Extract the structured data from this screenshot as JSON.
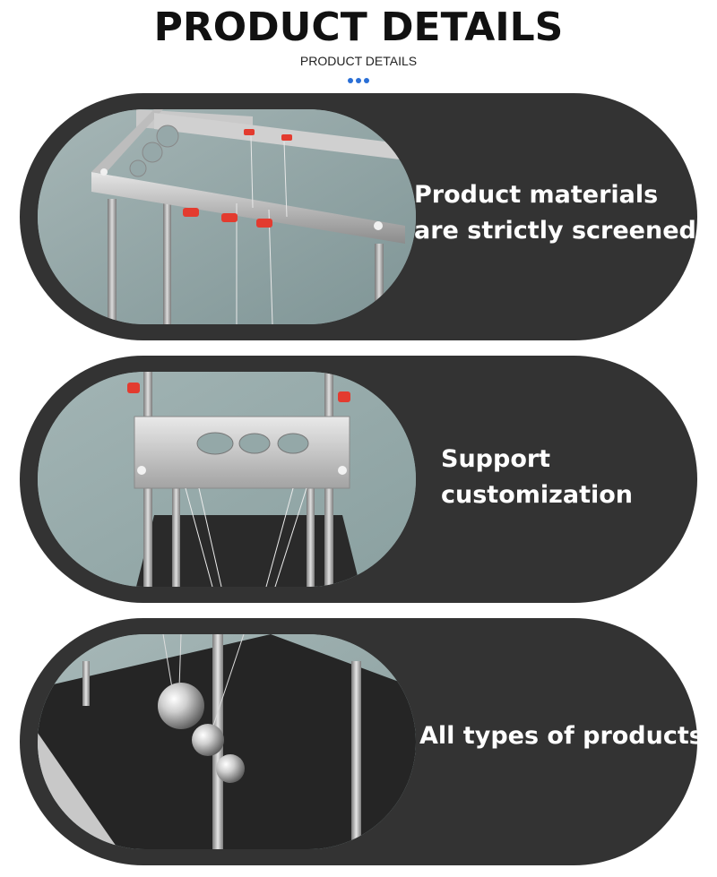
{
  "header": {
    "title": "PRODUCT DETAILS",
    "subtitle": "PRODUCT DETAILS",
    "accent_color": "#2a6fd6"
  },
  "cards": [
    {
      "line1": "Product materials",
      "line2": "are strictly screened"
    },
    {
      "line1": "Support",
      "line2": "customization"
    },
    {
      "line1": "All types of products"
    }
  ],
  "colors": {
    "card_background": "#333333",
    "caption": "#ffffff"
  }
}
